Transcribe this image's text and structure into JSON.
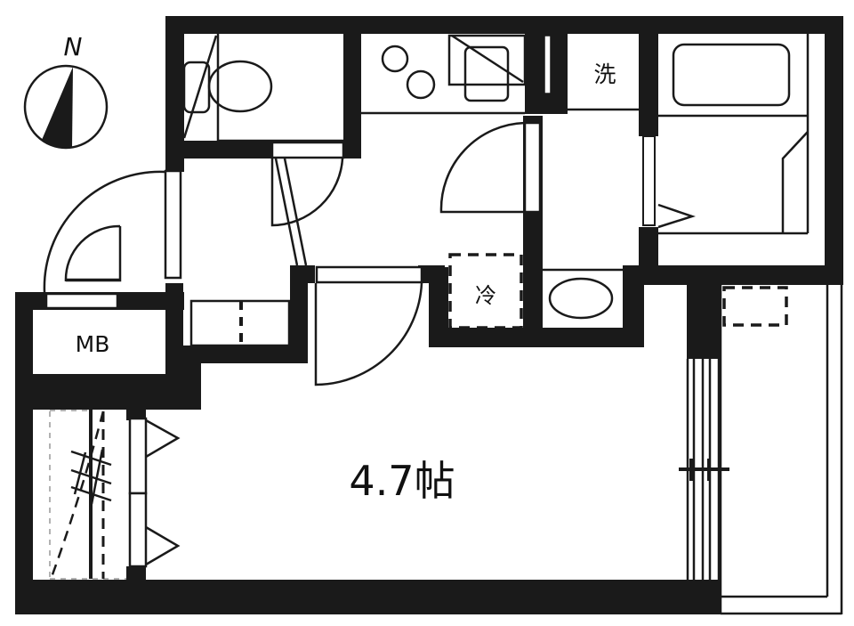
{
  "compass": {
    "label": "N"
  },
  "rooms": {
    "main_room": {
      "label": "4.7帖"
    },
    "meter_box": {
      "label": "MB"
    },
    "washer": {
      "label": "洗"
    },
    "fridge": {
      "label": "冷"
    }
  },
  "colors": {
    "wall": "#1a1a1a",
    "background": "#ffffff"
  }
}
